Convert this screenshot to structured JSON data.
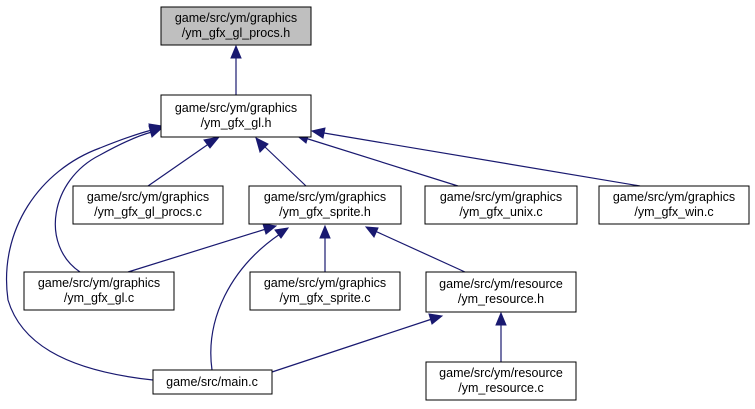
{
  "colors": {
    "edge": "#191970",
    "root_fill": "#bfbfbf",
    "node_fill": "#ffffff",
    "node_border": "#000000"
  },
  "nodes": {
    "procs_h": {
      "line1": "game/src/ym/graphics",
      "line2": "/ym_gfx_gl_procs.h"
    },
    "gl_h": {
      "line1": "game/src/ym/graphics",
      "line2": "/ym_gfx_gl.h"
    },
    "procs_c": {
      "line1": "game/src/ym/graphics",
      "line2": "/ym_gfx_gl_procs.c"
    },
    "sprite_h": {
      "line1": "game/src/ym/graphics",
      "line2": "/ym_gfx_sprite.h"
    },
    "unix_c": {
      "line1": "game/src/ym/graphics",
      "line2": "/ym_gfx_unix.c"
    },
    "win_c": {
      "line1": "game/src/ym/graphics",
      "line2": "/ym_gfx_win.c"
    },
    "gl_c": {
      "line1": "game/src/ym/graphics",
      "line2": "/ym_gfx_gl.c"
    },
    "sprite_c": {
      "line1": "game/src/ym/graphics",
      "line2": "/ym_gfx_sprite.c"
    },
    "resource_h": {
      "line1": "game/src/ym/resource",
      "line2": "/ym_resource.h"
    },
    "main_c": {
      "line1": "game/src/main.c"
    },
    "resource_c": {
      "line1": "game/src/ym/resource",
      "line2": "/ym_resource.c"
    }
  }
}
